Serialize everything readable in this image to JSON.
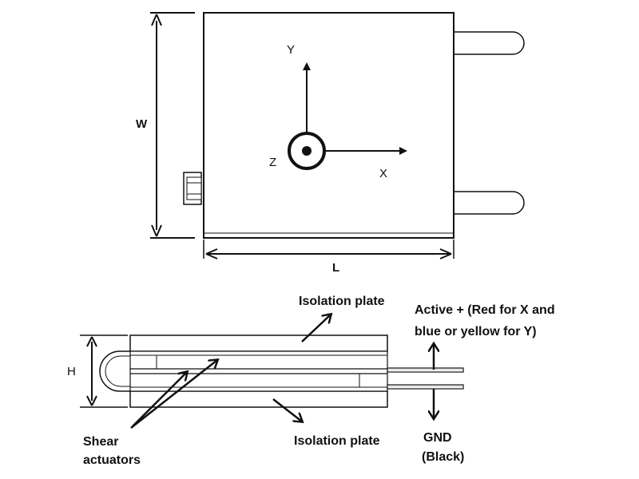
{
  "top_view": {
    "axis_y": "Y",
    "axis_x": "X",
    "axis_z": "Z",
    "dim_width": "W",
    "dim_length": "L"
  },
  "side_view": {
    "dim_height": "H",
    "isolation_plate_top": "Isolation plate",
    "isolation_plate_bottom": "Isolation plate",
    "active_line1": "Active + (Red for X and",
    "active_line2": "blue or yellow for Y)",
    "gnd_line1": "GND",
    "gnd_line2": "(Black)",
    "shear_line1": "Shear",
    "shear_line2": "actuators"
  }
}
